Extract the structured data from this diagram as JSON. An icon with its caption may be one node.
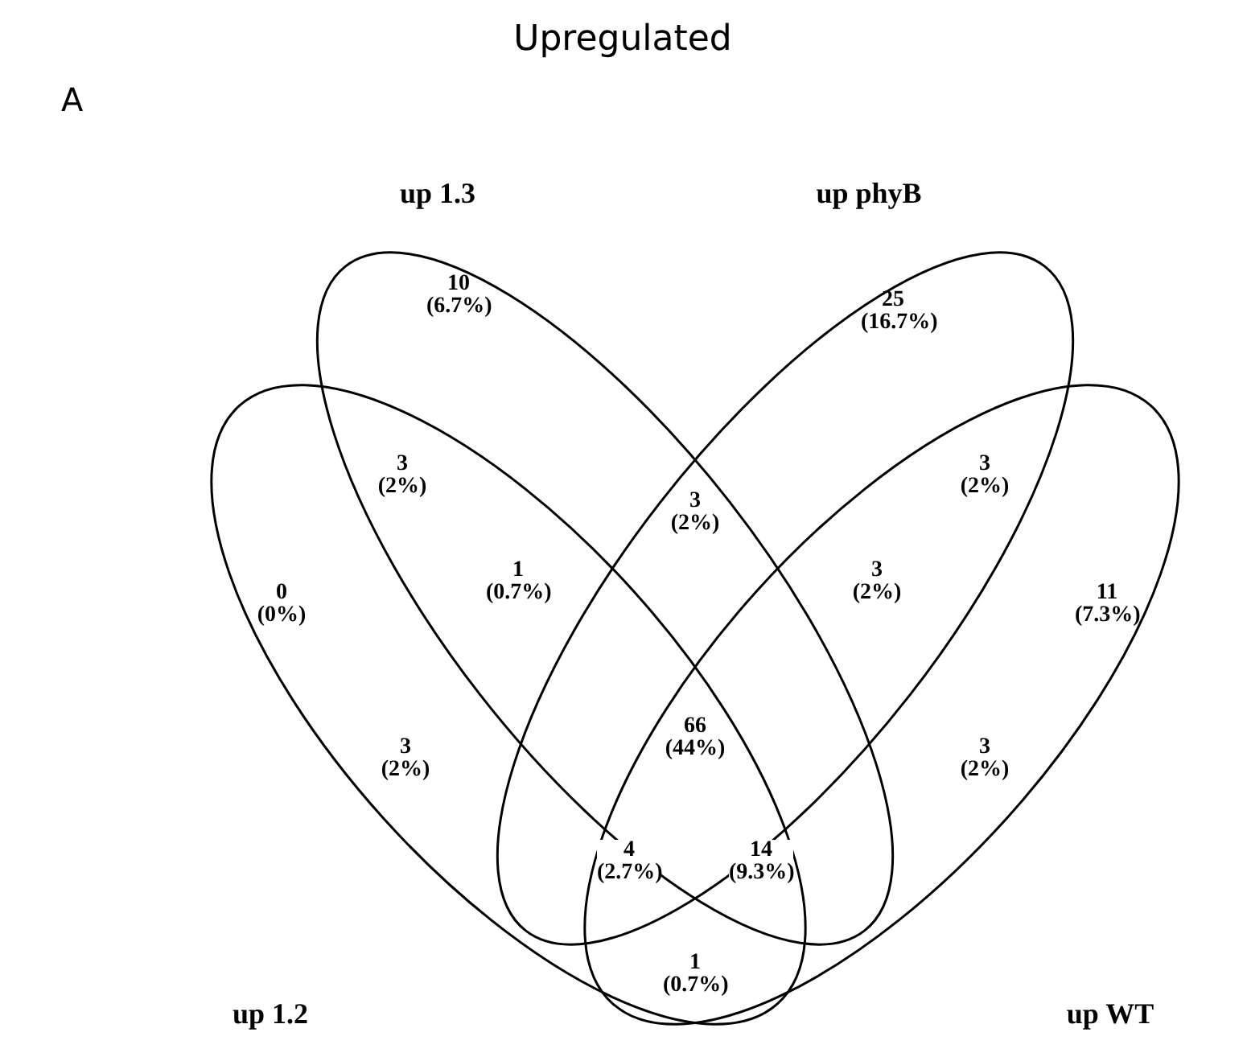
{
  "diagram": {
    "title": "Upregulated",
    "nodes": [
      {
        "text": [
          "up 1.3"
        ]
      },
      {
        "text": [
          "up phyB"
        ]
      },
      {
        "text": [
          "up 1.2"
        ]
      },
      {
        "text": [
          "up WT"
        ]
      }
    ],
    "labels": [
      "A",
      "10 (6.7%)",
      "25 (16.7%)",
      "3 (2%)",
      "3 (2%)",
      "3 (2%)",
      "0 (0%)",
      "1 (0.7%)",
      "3 (2%)",
      "11 (7.3%)",
      "3 (2%)",
      "66 (44%)",
      "3 (2%)",
      "4 (2.7%)",
      "14 (9.3%)",
      "1 (0.7%)"
    ]
  }
}
